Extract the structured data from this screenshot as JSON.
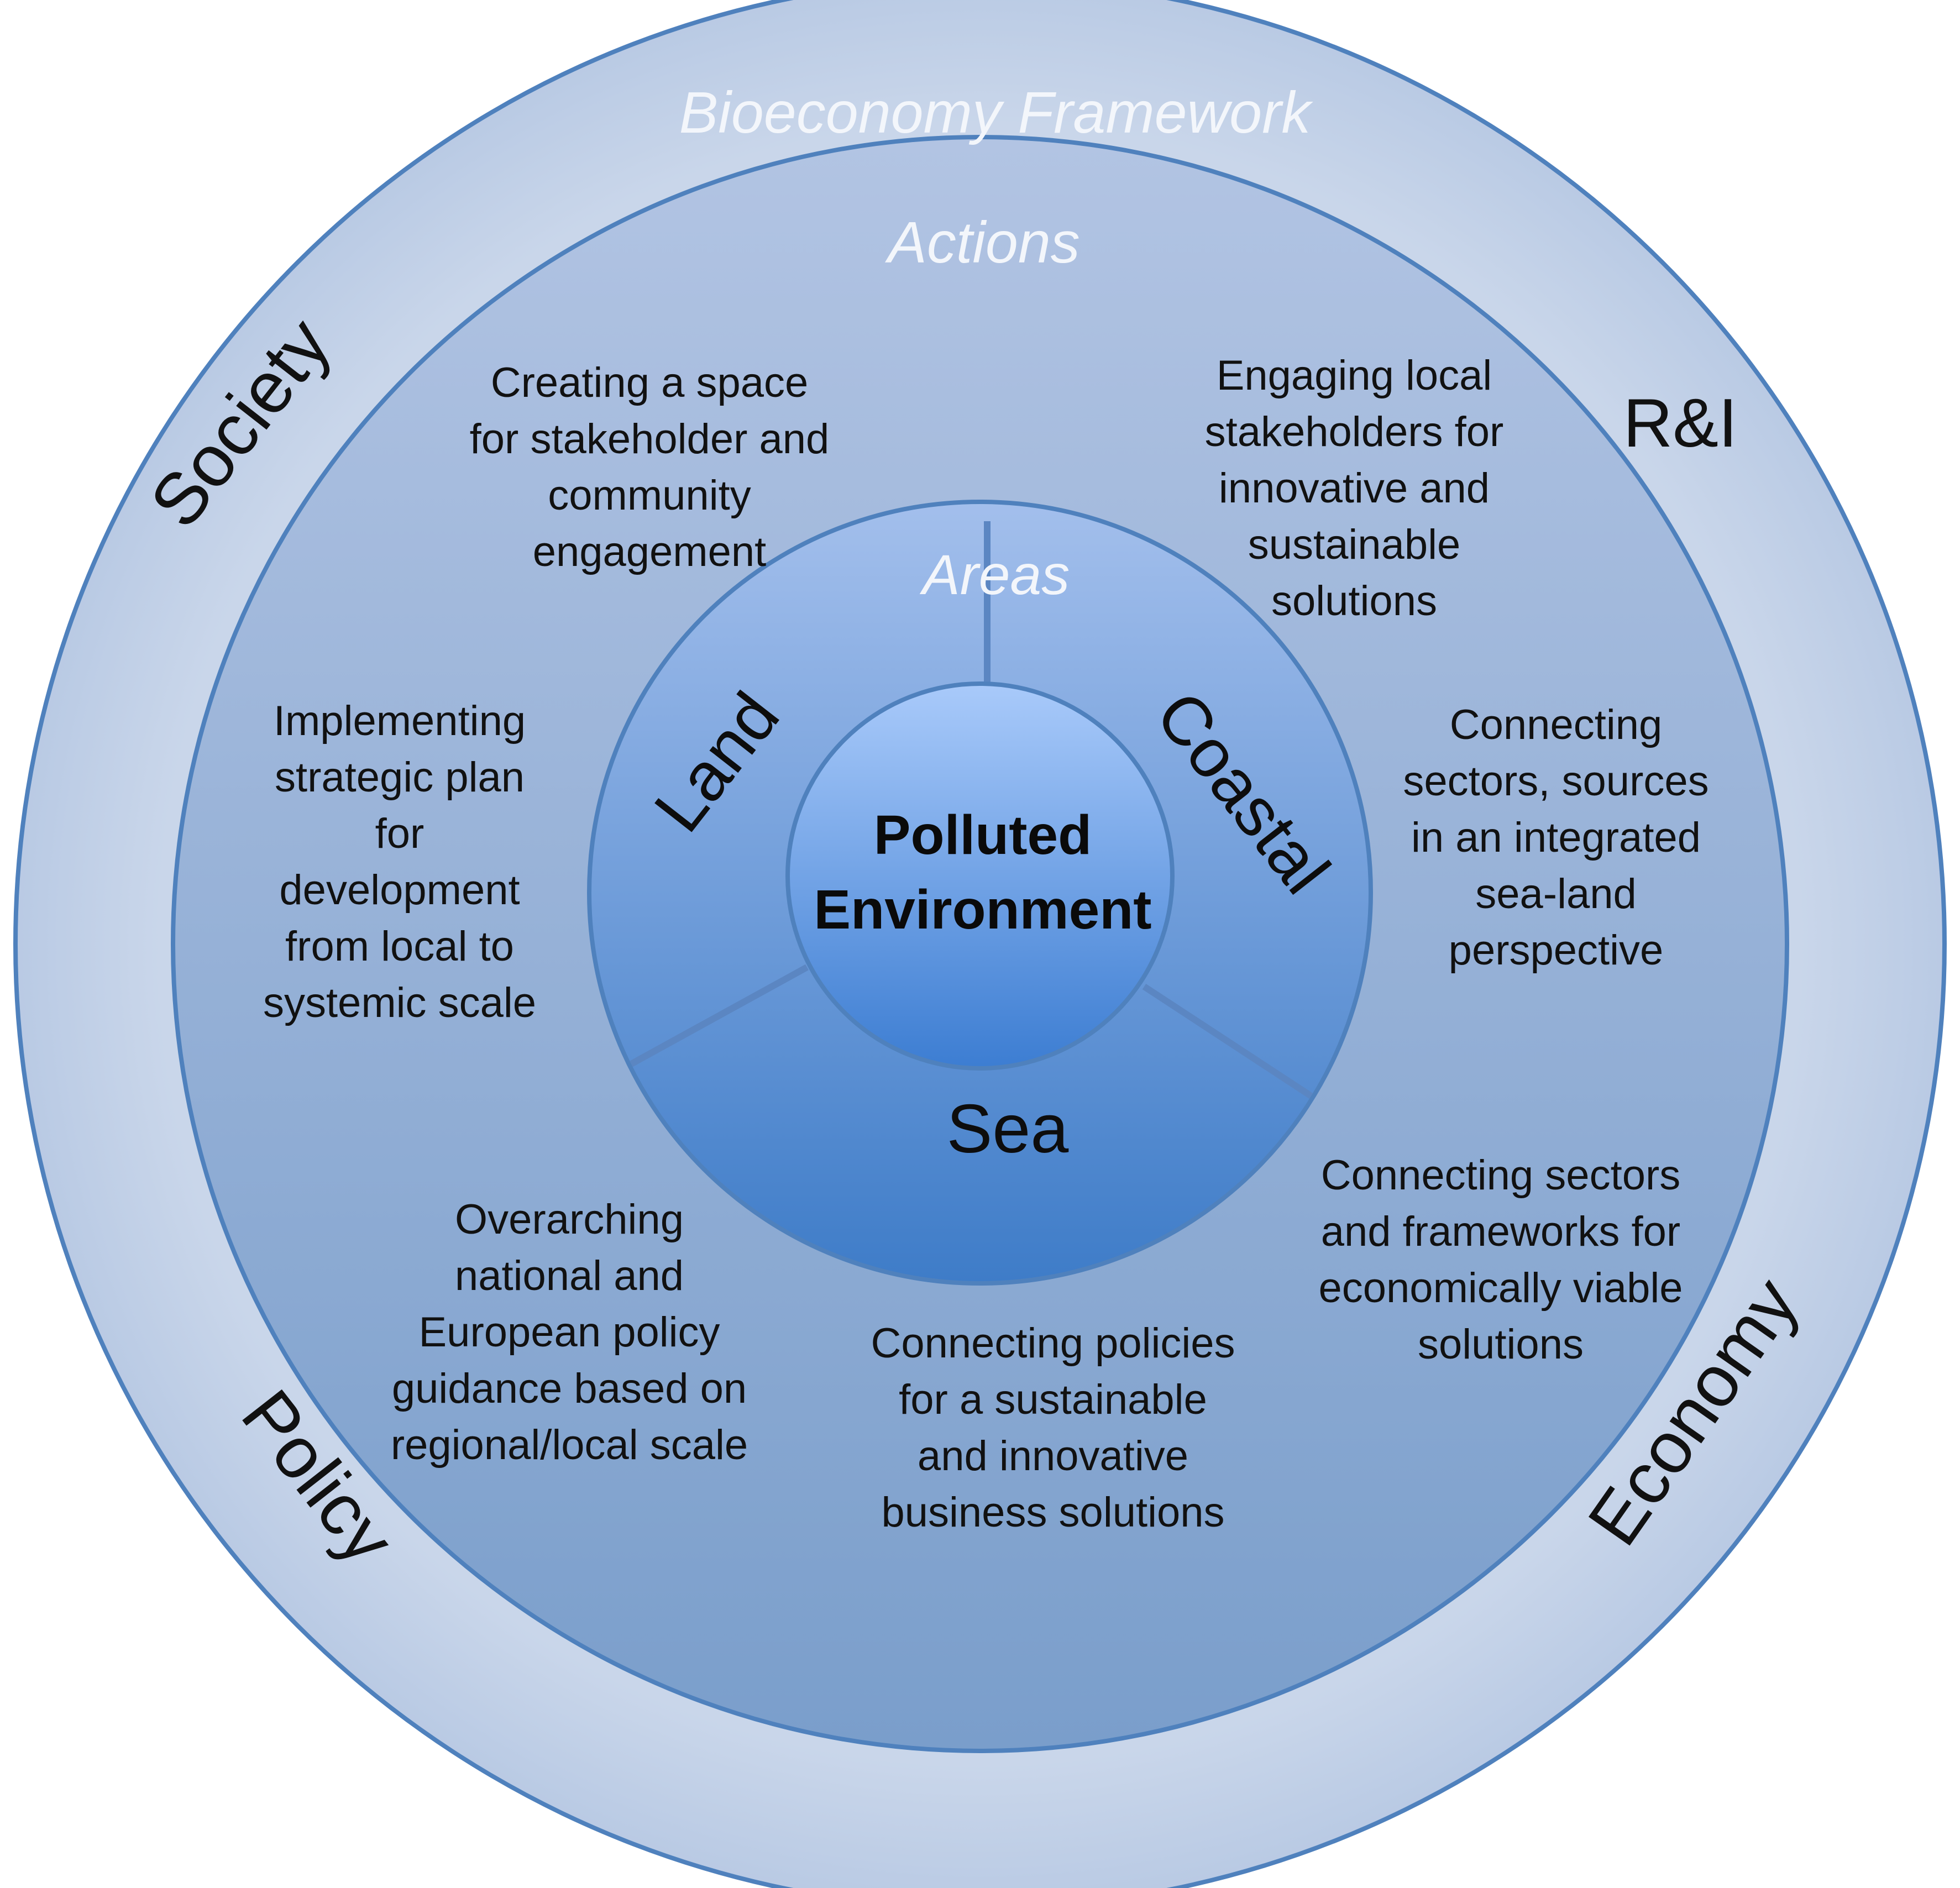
{
  "framework": {
    "title": "Bioeconomy Framework",
    "pillars": {
      "society": "Society",
      "ri": "R&I",
      "policy": "Policy",
      "economy": "Economy"
    }
  },
  "actions": {
    "title": "Actions",
    "items": [
      {
        "id": "stakeholder-space",
        "lines": [
          "Creating a space",
          "for stakeholder and",
          "community",
          "engagement"
        ]
      },
      {
        "id": "engaging-stakeholders",
        "lines": [
          "Engaging local",
          "stakeholders for",
          "innovative and",
          "sustainable",
          "solutions"
        ]
      },
      {
        "id": "strategic-plan",
        "lines": [
          "Implementing",
          "strategic plan",
          "for",
          "development",
          "from local to",
          "systemic scale"
        ]
      },
      {
        "id": "sea-land-perspective",
        "lines": [
          "Connecting",
          "sectors, sources",
          "in an integrated",
          "sea-land",
          "perspective"
        ]
      },
      {
        "id": "policy-guidance",
        "lines": [
          "Overarching",
          "national and",
          "European policy",
          "guidance based on",
          "regional/local scale"
        ]
      },
      {
        "id": "business-solutions",
        "lines": [
          "Connecting policies",
          "for a sustainable",
          "and innovative",
          "business solutions"
        ]
      },
      {
        "id": "economic-solutions",
        "lines": [
          "Connecting sectors",
          "and frameworks for",
          "economically viable",
          "solutions"
        ]
      }
    ]
  },
  "areas": {
    "title": "Areas",
    "land": "Land",
    "coastal": "Coastal",
    "sea": "Sea"
  },
  "core": {
    "line1": "Polluted",
    "line2": "Environment"
  },
  "colors": {
    "outer_ring": "#c6d3e8",
    "border": "#4f81bd",
    "actions_top": "#afc2e2",
    "actions_bottom": "#7b9fcb",
    "areas_top": "#9fbcea",
    "areas_bottom": "#3f7dc9",
    "core_top": "#a7c8f8",
    "core_bottom": "#3f7fd3",
    "ring_title_text": "#f3f6fb"
  }
}
